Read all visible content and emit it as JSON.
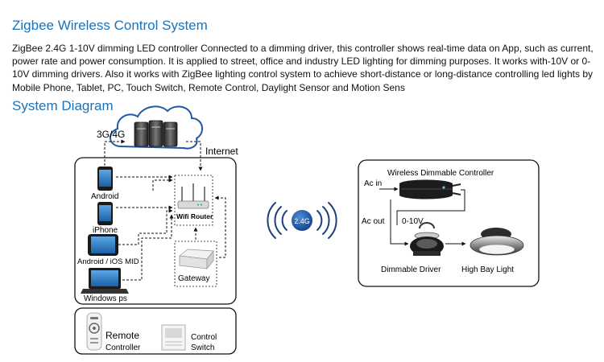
{
  "header": {
    "title": "Zigbee Wireless Control System",
    "description": "ZigBee 2.4G 1-10V dimming LED controller Connected to a dimming driver, this controller shows real-time data on App, such as current, power rate and power consumption. It is applied to street, office and industry LED lighting for dimming purposes. It works with-10V or 0-10V dimming drivers. Also it works with ZigBee lighting control system to achieve short-distance or long-distance controlling led lights by Mobile Phone, Tablet, PC, Touch Switch, Remote Control, Daylight Sensor and Motion Sens",
    "section_title": "System Diagram"
  },
  "network": {
    "cloud_label": "3G/4G",
    "internet_label": "Internet"
  },
  "devices": {
    "android": "Android",
    "iphone": "iPhone",
    "tablet": "Android / iOS MID",
    "pc": "Windows ps",
    "router": "Wifi Router",
    "gateway": "Gateway"
  },
  "accessories": {
    "remote_line1": "Remote",
    "remote_line2": "Controller",
    "switch_line1": "Control",
    "switch_line2": "Switch"
  },
  "signal": {
    "badge": "2.4G"
  },
  "wiring": {
    "controller": "Wireless Dimmable Controller",
    "ac_in": "Ac in",
    "ac_out": "Ac out",
    "dim_range": "0-10V",
    "driver": "Dimmable Driver",
    "light": "High Bay Light"
  }
}
